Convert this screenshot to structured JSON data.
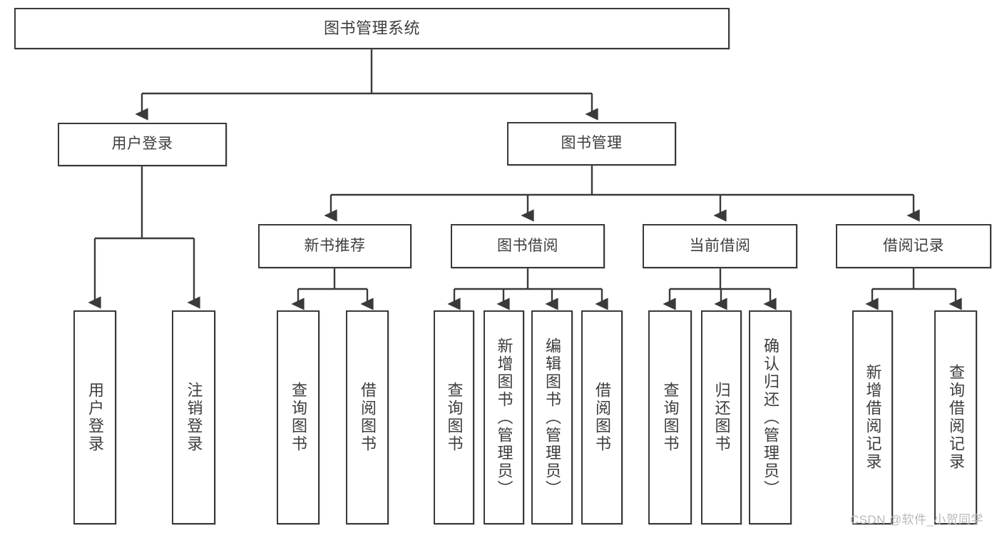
{
  "diagram": {
    "type": "tree-hierarchy",
    "title": "图书管理系统",
    "orientation": "top-down",
    "colors": {
      "box_border": "#3a3a3a",
      "box_fill": "#ffffff",
      "text": "#3d3d3d",
      "edge": "#3a3a3a",
      "watermark": "#b9b9b9",
      "background": "#ffffff"
    }
  },
  "root": {
    "label": "图书管理系统"
  },
  "level1": [
    {
      "label": "用户登录"
    },
    {
      "label": "图书管理"
    }
  ],
  "level2": [
    {
      "label": "新书推荐"
    },
    {
      "label": "图书借阅"
    },
    {
      "label": "当前借阅"
    },
    {
      "label": "借阅记录"
    }
  ],
  "leaves": {
    "user_login": [
      {
        "label": "用户登录"
      },
      {
        "label": "注销登录"
      }
    ],
    "new_book_recommend": [
      {
        "label": "查询图书"
      },
      {
        "label": "借阅图书"
      }
    ],
    "book_borrow": [
      {
        "label": "查询图书"
      },
      {
        "label": "新增图书（管理员）"
      },
      {
        "label": "编辑图书（管理员）"
      },
      {
        "label": "借阅图书"
      }
    ],
    "current_borrow": [
      {
        "label": "查询图书"
      },
      {
        "label": "归还图书"
      },
      {
        "label": "确认归还（管理员）"
      }
    ],
    "borrow_record": [
      {
        "label": "新增借阅记录"
      },
      {
        "label": "查询借阅记录"
      }
    ]
  },
  "watermark": {
    "text": "CSDN @软件_小贺同学"
  }
}
